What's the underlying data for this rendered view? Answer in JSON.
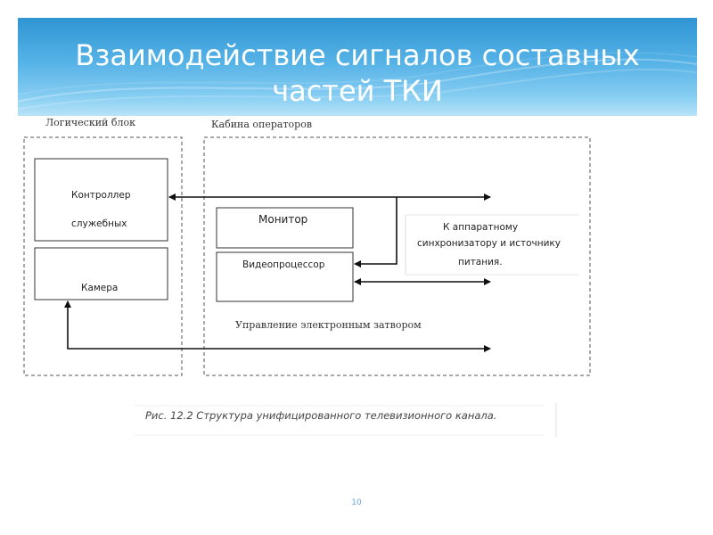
{
  "slide": {
    "title": "Взаимодействие сигналов составных частей ТКИ",
    "page_number": "10"
  },
  "diagram": {
    "groups": {
      "logic_block": "Логический блок",
      "operator_cabin": "Кабина операторов"
    },
    "blocks": {
      "controller_line1": "Контроллер",
      "controller_line2": "служебных",
      "camera": "Камера",
      "monitor": "Монитор",
      "video_processor": "Видеопроцессор"
    },
    "external_note": {
      "line1": "К аппаратному",
      "line2": "синхронизатору и источнику",
      "line3": "питания."
    },
    "shutter_label": "Управление электронным затвором"
  },
  "caption": "Рис. 12.2 Структура унифицированного телевизионного канала."
}
